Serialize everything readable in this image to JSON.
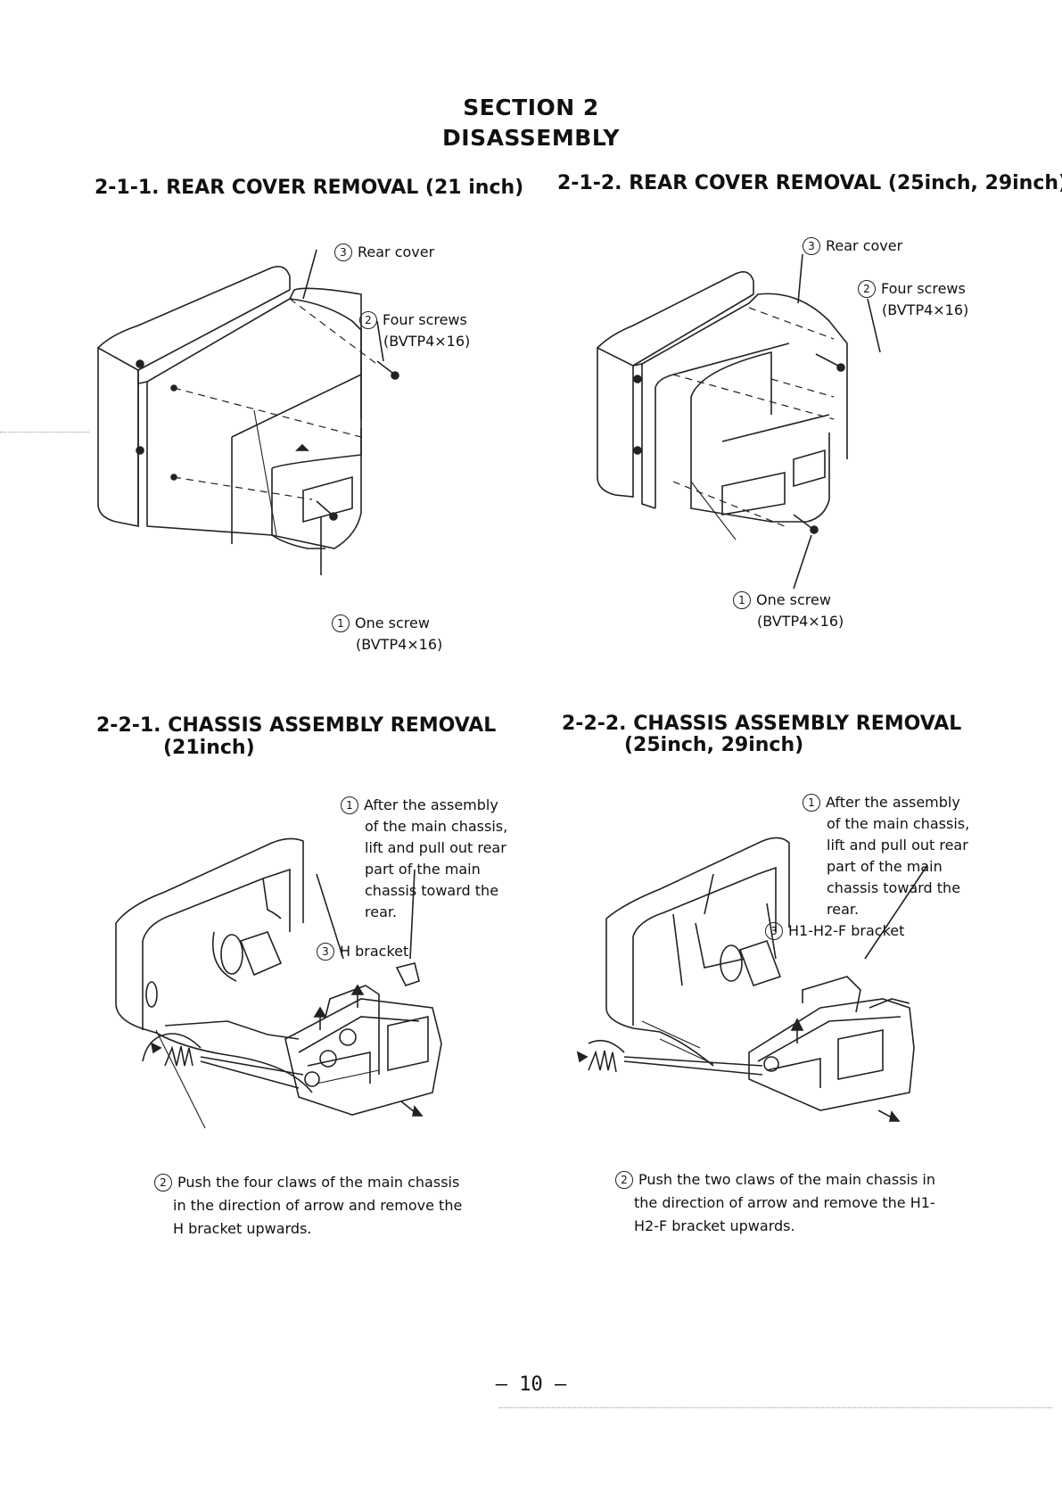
{
  "section": {
    "number": "SECTION 2",
    "name": "DISASSEMBLY"
  },
  "rear_21": {
    "heading": "2-1-1. REAR COVER REMOVAL (21 inch)",
    "c3_num": "3",
    "c3_text": "Rear cover",
    "c2_num": "2",
    "c2_text": "Four screws",
    "c2_sub": "(BVTP4×16)",
    "c1_num": "1",
    "c1_text": "One screw",
    "c1_sub": "(BVTP4×16)"
  },
  "rear_25": {
    "heading": "2-1-2. REAR COVER REMOVAL (25inch, 29inch)",
    "c3_num": "3",
    "c3_text": "Rear cover",
    "c2_num": "2",
    "c2_text": "Four screws",
    "c2_sub": "(BVTP4×16)",
    "c1_num": "1",
    "c1_text": "One screw",
    "c1_sub": "(BVTP4×16)"
  },
  "chassis_21": {
    "heading": "2-2-1. CHASSIS ASSEMBLY REMOVAL",
    "heading_sub": "(21inch)",
    "c1_num": "1",
    "c1_lines": [
      "After the assembly",
      "of the main chassis,",
      "lift and pull out rear",
      "part of the main",
      "chassis toward the",
      "rear."
    ],
    "c3_num": "3",
    "c3_text": "H bracket",
    "c2_num": "2",
    "c2_lines": [
      "Push the four claws of the main chassis",
      "in the direction of arrow and remove the",
      "H bracket upwards."
    ]
  },
  "chassis_25": {
    "heading": "2-2-2. CHASSIS ASSEMBLY REMOVAL",
    "heading_sub": "(25inch, 29inch)",
    "c1_num": "1",
    "c1_lines": [
      "After the assembly",
      "of the main chassis,",
      "lift and pull out rear",
      "part of the main",
      "chassis toward the",
      "rear."
    ],
    "c3_num": "3",
    "c3_text": "H1-H2-F bracket",
    "c2_num": "2",
    "c2_lines": [
      "Push the two claws of the main chassis in",
      "the direction of arrow and remove the H1-",
      "H2-F bracket upwards."
    ]
  },
  "footer": {
    "page": "— 10 —"
  }
}
